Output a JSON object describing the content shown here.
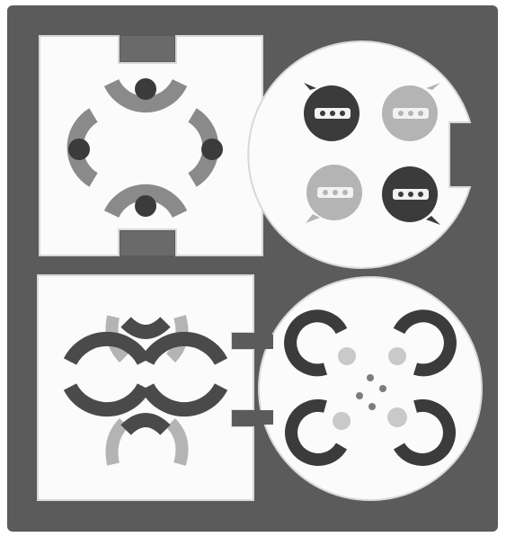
{
  "colors": {
    "page_background": "#ffffff",
    "frame": "#5b5b5b",
    "panel_fill": "#fbfbfb",
    "dark_element": "#3b3b3b",
    "mid_gray_element": "#7c7c7c",
    "light_gray_element": "#b4b4b4",
    "dot_light": "#c9c9c9"
  },
  "icons": {
    "top_left": "four-arcs-with-dots-icon",
    "top_right": "chat-bubbles-icon",
    "bottom_left": "interlocking-arcs-icon",
    "bottom_right": "arcs-cluster-with-dots-icon"
  },
  "chat_bubbles": [
    {
      "position": "top-left",
      "tone": "dark"
    },
    {
      "position": "top-right",
      "tone": "light"
    },
    {
      "position": "bottom-left",
      "tone": "light"
    },
    {
      "position": "bottom-right",
      "tone": "dark"
    }
  ]
}
